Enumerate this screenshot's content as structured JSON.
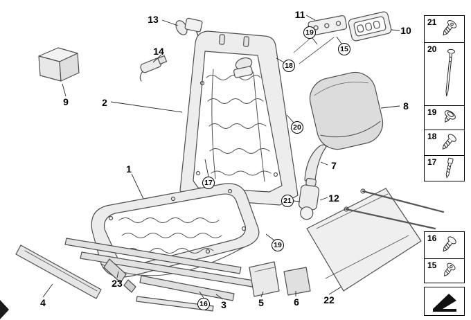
{
  "diagram": {
    "plain_callouts": [
      {
        "label": "13"
      },
      {
        "label": "14"
      },
      {
        "label": "9"
      },
      {
        "label": "2"
      },
      {
        "label": "1"
      },
      {
        "label": "11"
      },
      {
        "label": "10"
      },
      {
        "label": "8"
      },
      {
        "label": "7"
      },
      {
        "label": "12"
      },
      {
        "label": "4"
      },
      {
        "label": "23"
      },
      {
        "label": "3"
      },
      {
        "label": "5"
      },
      {
        "label": "6"
      },
      {
        "label": "22"
      }
    ],
    "circled_callouts": [
      {
        "label": "19"
      },
      {
        "label": "15"
      },
      {
        "label": "18"
      },
      {
        "label": "20"
      },
      {
        "label": "21"
      },
      {
        "label": "17"
      },
      {
        "label": "19"
      },
      {
        "label": "16"
      }
    ]
  },
  "legend": {
    "items": [
      {
        "label": "21",
        "icon": "torx-screw-icon"
      },
      {
        "label": "20",
        "icon": "long-pin-icon"
      },
      {
        "label": "19",
        "icon": "washer-screw-icon"
      },
      {
        "label": "18",
        "icon": "pan-screw-icon"
      },
      {
        "label": "17",
        "icon": "cylinder-bolt-icon"
      },
      {
        "label": "16",
        "icon": "pan-screw-icon"
      },
      {
        "label": "15",
        "icon": "torx-screw-icon"
      }
    ],
    "arrow": {
      "icon": "direction-arrow-icon"
    }
  },
  "colors": {
    "background": "#ffffff",
    "line": "#4d4d4d",
    "fill_light": "#ececec",
    "callout_text": "#000000"
  }
}
